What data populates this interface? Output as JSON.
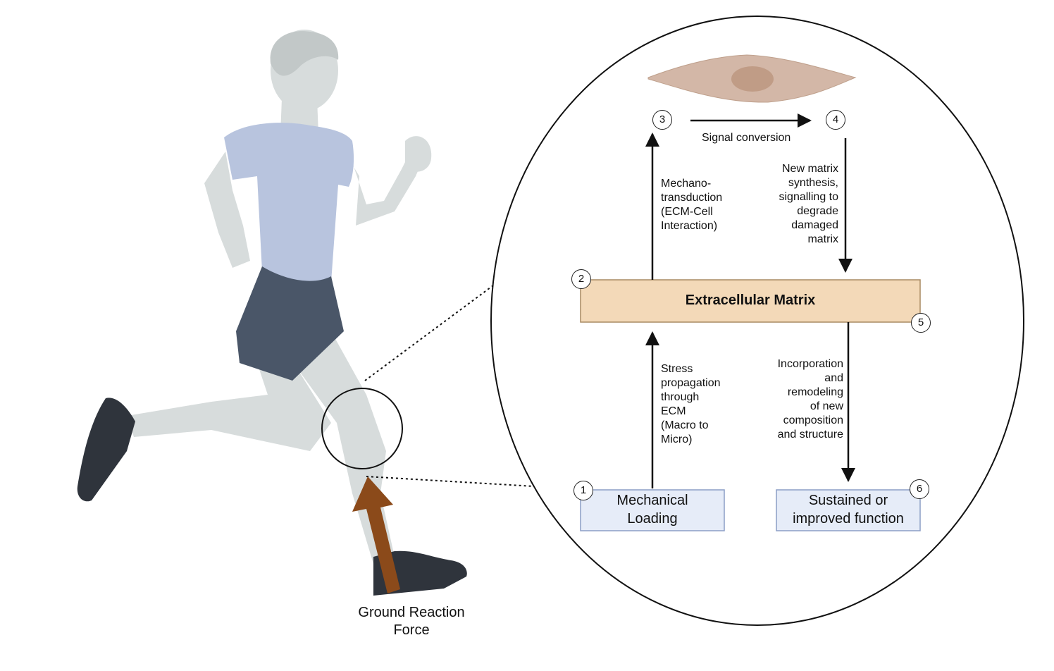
{
  "diagram": {
    "ground_reaction_force": [
      "Ground Reaction",
      "Force"
    ],
    "extracellular_matrix": "Extracellular Matrix",
    "steps": {
      "mechanical_loading": {
        "number": "1",
        "text": [
          "Mechanical",
          "Loading"
        ]
      },
      "ecm": {
        "number": "2"
      },
      "cell": {
        "number": "3"
      },
      "signal": {
        "number": "4"
      },
      "ecm_out": {
        "number": "5"
      },
      "function": {
        "number": "6",
        "text": [
          "Sustained or",
          "improved function"
        ]
      }
    },
    "arrows": {
      "signal_conversion": "Signal conversion",
      "mechanotransduction": [
        "Mechano-",
        "transduction",
        "(ECM-Cell",
        "Interaction)"
      ],
      "matrix_synthesis": [
        "New matrix",
        "synthesis,",
        "signalling to",
        "degrade",
        "damaged",
        "matrix"
      ],
      "stress_propagation": [
        "Stress",
        "propagation",
        "through",
        "ECM",
        "(Macro to",
        "Micro)"
      ],
      "incorporation": [
        "Incorporation",
        "and",
        "remodeling",
        "of new",
        "composition",
        "and structure"
      ]
    },
    "colors": {
      "ecm_fill": "#f3d9b8",
      "box_fill": "#e6ecf8",
      "cell_fill": "#d3b7a7",
      "nucleus_fill": "#c09c86",
      "shirt": "#b8c4de",
      "shorts": "#4a5668",
      "skin": "#d7dcdc",
      "shoe": "#2f343c",
      "force_arrow": "#8b4a1a"
    }
  }
}
